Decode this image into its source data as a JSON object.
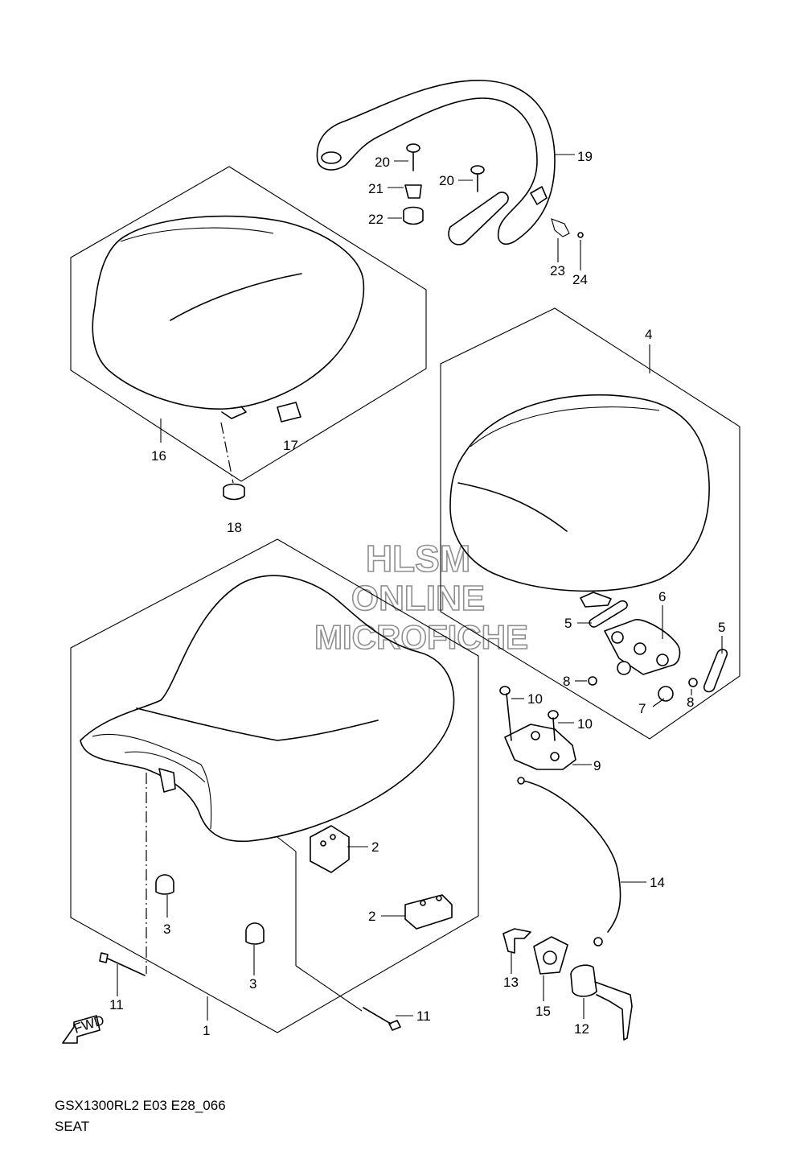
{
  "diagram": {
    "model_code": "GSX1300RL2 E03 E28_066",
    "section_title": "SEAT",
    "watermark": [
      "HLSM",
      "ONLINE",
      "MICROFICHE"
    ],
    "fwd_label": "FWD",
    "callouts": [
      "1",
      "2",
      "2",
      "3",
      "3",
      "4",
      "5",
      "5",
      "6",
      "7",
      "8",
      "8",
      "9",
      "10",
      "10",
      "11",
      "11",
      "12",
      "13",
      "14",
      "15",
      "16",
      "17",
      "18",
      "19",
      "20",
      "20",
      "21",
      "22",
      "23",
      "24"
    ]
  }
}
